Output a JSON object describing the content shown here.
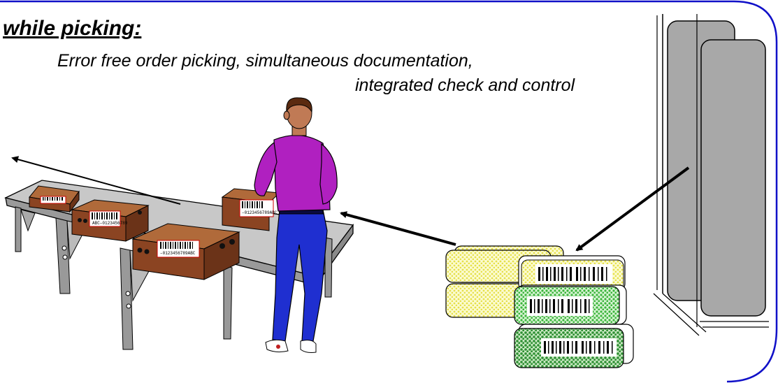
{
  "heading": "while picking:",
  "description": {
    "line1": "Error free order picking, simultaneous documentation,",
    "line2": "integrated check and control"
  },
  "box_labels": [
    "ABC‒0123456789",
    "‒0123456789ABC",
    "‒0123456789ABC"
  ],
  "colors": {
    "frame": "#1010c8",
    "box_brown": "#8b4422",
    "shirt": "#b020c0",
    "pants": "#1f2fd0",
    "table_top": "#c8c8c8",
    "shelf": "#a8a8a8",
    "yellow_pack": "#f4f28a",
    "green_pack": "#4bbf4b"
  }
}
